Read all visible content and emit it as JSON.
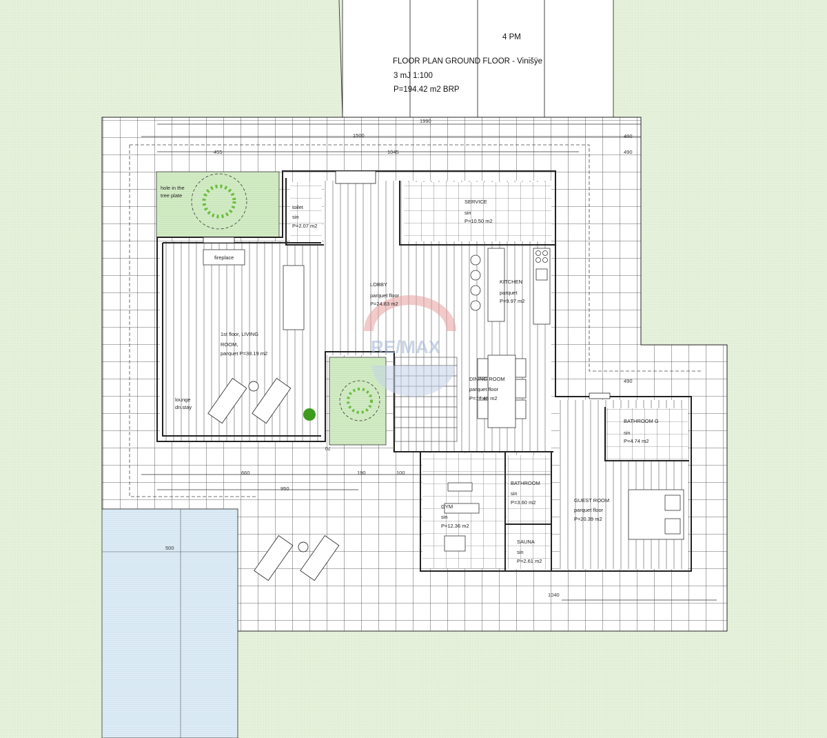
{
  "header": {
    "time": "4 PM",
    "title": "FLOOR PLAN GROUND FLOOR - Vinišÿe",
    "scale": "3 mJ 1:100",
    "area": "P=194.42 m2 BRP"
  },
  "dimensions": {
    "top_total": "1990",
    "top_1500": "1500",
    "top_455": "455",
    "top_1045": "1045",
    "right_490_a": "490",
    "right_490_b": "490",
    "mid_490": "490",
    "bottom_660": "660",
    "bottom_190": "190",
    "bottom_100": "100",
    "bottom_950": "950",
    "bottom_70": "70",
    "pool_500": "500",
    "bottom_1040": "1040"
  },
  "rooms": {
    "tree_plate": {
      "line1": "hole in the",
      "line2": "tree plate"
    },
    "toilet": {
      "name": "toilet",
      "floor": "sin",
      "area": "P=2.07 m2"
    },
    "fireplace": "fireplace",
    "living": {
      "line1": "1st floor, LIVING",
      "line2": "ROOM,",
      "line3": "parquet P=38.19 m2"
    },
    "lounge": {
      "line1": "lounge",
      "line2": "dn.stay"
    },
    "lobby": {
      "name": "LOBBY",
      "floor": "parquet floor",
      "area": "P=24.83 m2"
    },
    "service": {
      "name": "SERVICE",
      "floor": "sin",
      "area": "P=10.50 m2"
    },
    "kitchen": {
      "name": "KITCHEN",
      "floor": "parquet",
      "area": "P=9.97 m2"
    },
    "dining": {
      "name": "DINING ROOM",
      "floor": "parquet floor",
      "area": "P=17.48 m2"
    },
    "bathroom_g": {
      "name": "BATHROOM G",
      "floor": "sin",
      "area": "P=4.74 m2"
    },
    "gym": {
      "name": "GYM",
      "floor": "sin",
      "area": "P=12.36 m2"
    },
    "bathroom": {
      "name": "BATHROOM",
      "floor": "sin",
      "area": "P=3.60 m2"
    },
    "sauna": {
      "name": "SAUNA",
      "floor": "sin",
      "area": "P=2.61 m2"
    },
    "guest": {
      "name": "GUEST ROOM",
      "floor": "parquet floor",
      "area": "P=20.39 m2"
    }
  },
  "watermark": "RE/MAX",
  "colors": {
    "lawn": "#e3efd9",
    "plant_bed": "#cde8c0",
    "pool": "#dcebf5",
    "tree": "#5aa832",
    "watermark_red": "#e8a0a0",
    "watermark_blue": "#9fb4d6"
  }
}
